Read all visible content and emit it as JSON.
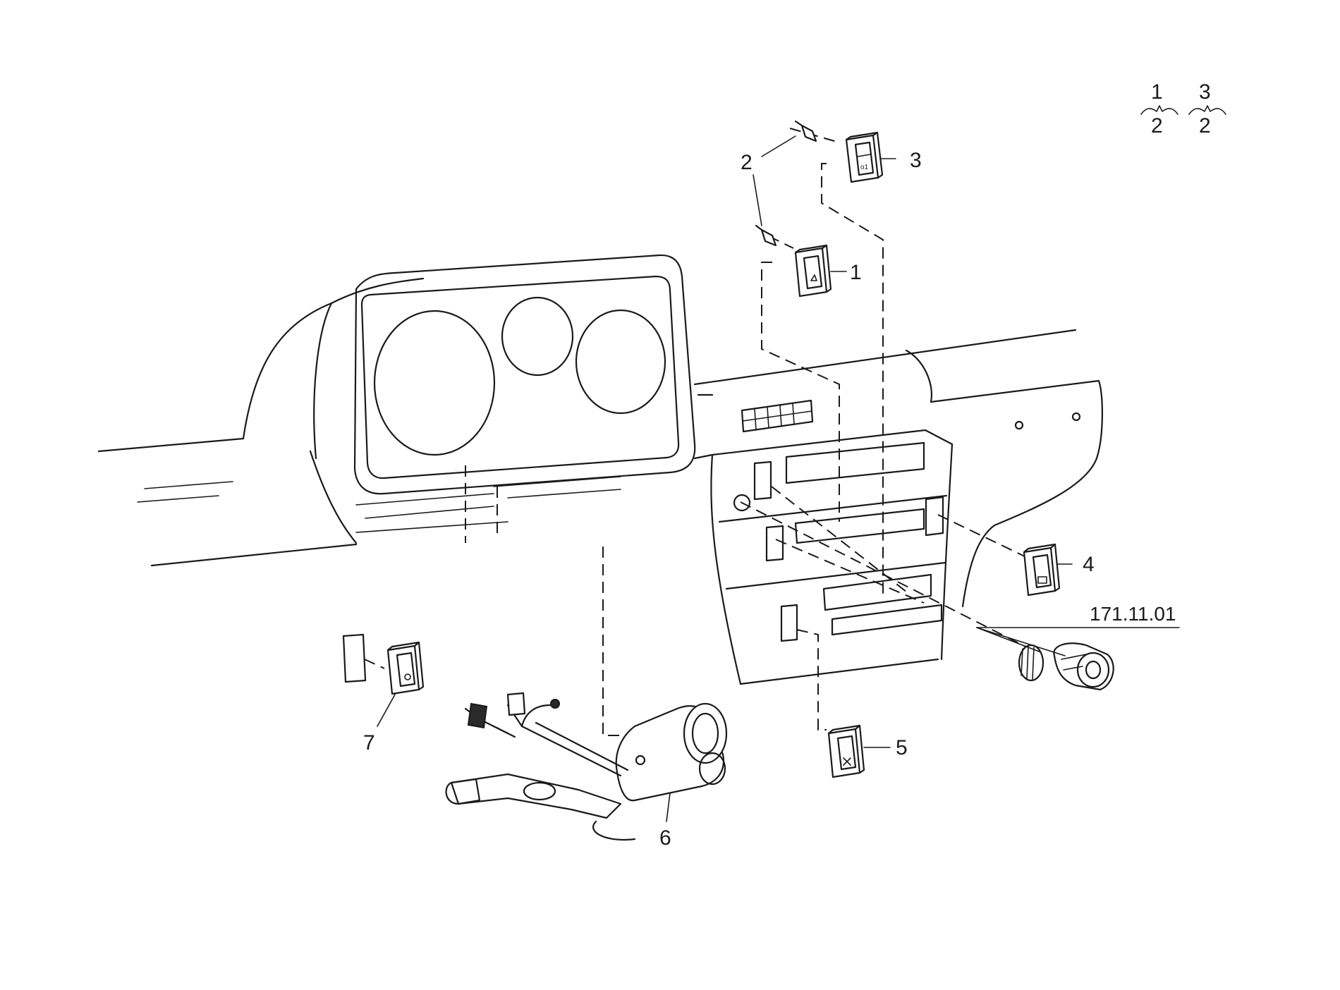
{
  "legend": {
    "group_a": {
      "top": "1",
      "bottom": "2"
    },
    "group_b": {
      "top": "3",
      "bottom": "2"
    }
  },
  "callouts": {
    "c1": "1",
    "c2": "2",
    "c3": "3",
    "c4": "4",
    "c5": "5",
    "c6": "6",
    "c7": "7",
    "ref": "171.11.01"
  }
}
